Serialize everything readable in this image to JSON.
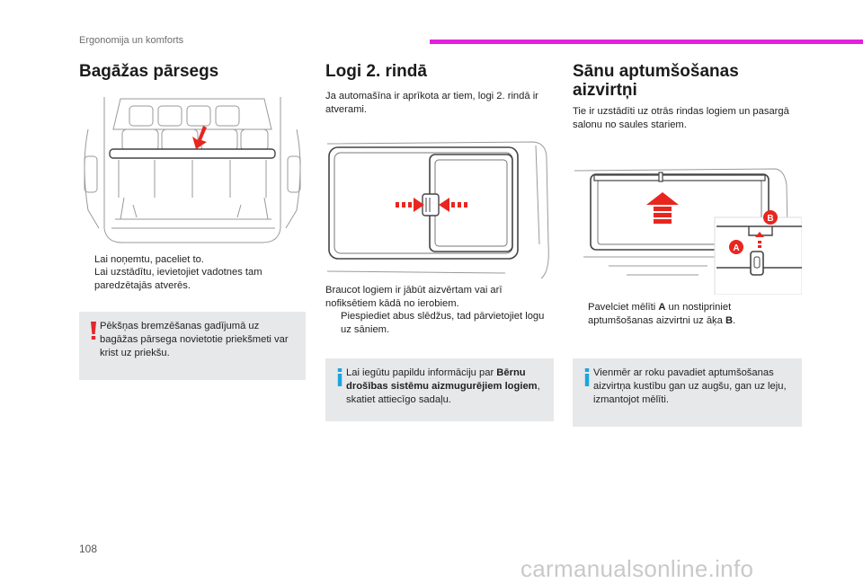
{
  "header": {
    "section": "Ergonomija un komforts",
    "accent_color": "#e61ee0"
  },
  "col1": {
    "title": "Bagāžas pārsegs",
    "bullets": [
      "Lai noņemtu, paceliet to.",
      "Lai uzstādītu, ievietojiet vadotnes tam paredzētajās atverēs."
    ],
    "warning": "Pēkšņas bremzēšanas gadījumā uz bagāžas pārsega novietotie priekšmeti var krist uz priekšu."
  },
  "col2": {
    "title": "Logi 2. rindā",
    "intro": "Ja automašīna ir aprīkota ar tiem, logi 2. rindā ir atverami.",
    "para": "Braucot logiem ir jābūt aizvērtam vai arī nofiksētiem kādā no ierobiem.",
    "bullet": "Piespiediet abus slēdžus, tad pārvietojiet logu uz sāniem.",
    "info_before": "Lai iegūtu papildu informāciju par ",
    "info_bold": "Bērnu drošības sistēmu aizmugurējiem logiem",
    "info_after": ", skatiet attiecīgo sadaļu."
  },
  "col3": {
    "title_line1": "Sānu aptumšošanas",
    "title_line2": "aizvirtņi",
    "intro": "Tie ir uzstādīti uz otrās rindas logiem un pasargā salonu no saules stariem.",
    "bullet_before": "Pavelciet mēlīti ",
    "bullet_a": "A",
    "bullet_mid": " un nostipriniet aptumšošanas aizvirtni uz āķa ",
    "bullet_b": "B",
    "bullet_end": ".",
    "info": "Vienmēr ar roku pavadiet aptumšošanas aizvirtņa kustību gan uz augšu, gan uz leju, izmantojot mēlīti.",
    "label_a": "A",
    "label_b": "B"
  },
  "bullet_marker": "",
  "page_number": "108",
  "watermark": "carmanualsonline.info",
  "colors": {
    "warning_red": "#e3262b",
    "info_blue": "#1aa6df",
    "arrow_red": "#e8261f",
    "note_bg": "#e7e8e9"
  }
}
